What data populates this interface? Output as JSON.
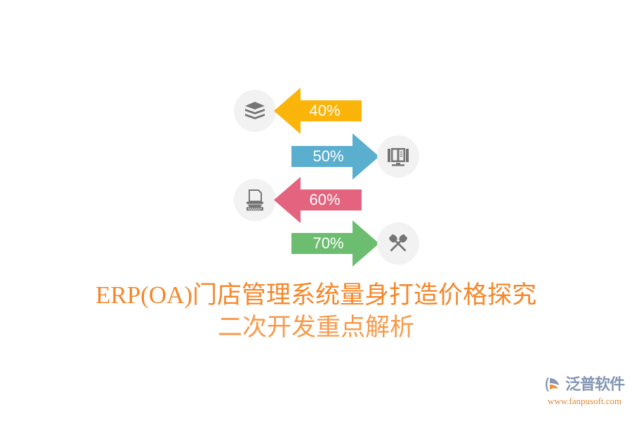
{
  "background_color": "#ffffff",
  "infographic": {
    "rows": [
      {
        "percent": "40%",
        "color": "#FBB40A",
        "direction": "left",
        "icon": "book-stack-icon",
        "icon_side": "left",
        "badge_color": "#f2f2f2",
        "icon_color": "#757575"
      },
      {
        "percent": "50%",
        "color": "#5BAFCE",
        "direction": "right",
        "icon": "open-book-icon",
        "icon_side": "right",
        "badge_color": "#f2f2f2",
        "icon_color": "#757575"
      },
      {
        "percent": "60%",
        "color": "#E4637F",
        "direction": "left",
        "icon": "typewriter-icon",
        "icon_side": "left",
        "badge_color": "#f2f2f2",
        "icon_color": "#757575"
      },
      {
        "percent": "70%",
        "color": "#6DBD71",
        "direction": "right",
        "icon": "crossed-hammers-icon",
        "icon_side": "right",
        "badge_color": "#f2f2f2",
        "icon_color": "#757575"
      }
    ]
  },
  "title": {
    "line1": "ERP(OA)门店管理系统量身打造价格探究",
    "line2": "二次开发重点解析",
    "color": "#F5872A"
  },
  "watermark": {
    "brand": "泛普软件",
    "url": "www.fanpusoft.com",
    "brand_color": "#8596b4",
    "url_color": "#e08a3c",
    "mark_icon": "fanpu-swoosh-logo-icon"
  }
}
